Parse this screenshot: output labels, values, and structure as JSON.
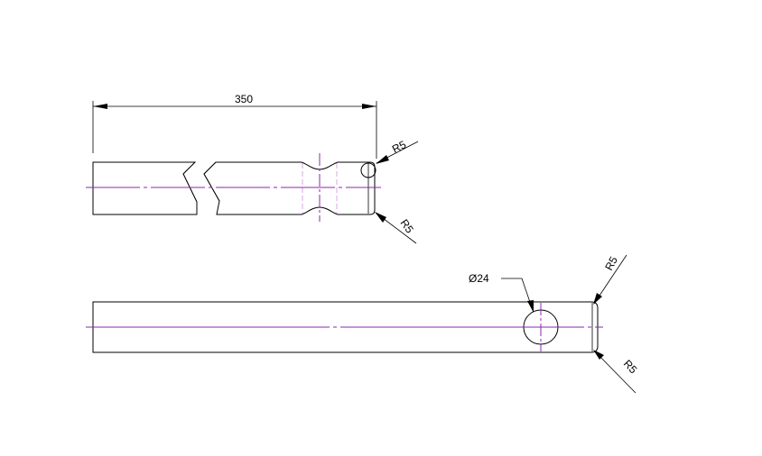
{
  "colors": {
    "background": "#ffffff",
    "outline": "#000000",
    "centerline": "#8b2aa8",
    "hidden_line": "#d9a7e6"
  },
  "dimensions": {
    "overall_length": "350",
    "radius_top_view_upper": "R5",
    "radius_top_view_lower": "R5",
    "hole_diameter": "Ø24",
    "radius_bottom_view_upper": "R5",
    "radius_bottom_view_lower": "R5"
  }
}
